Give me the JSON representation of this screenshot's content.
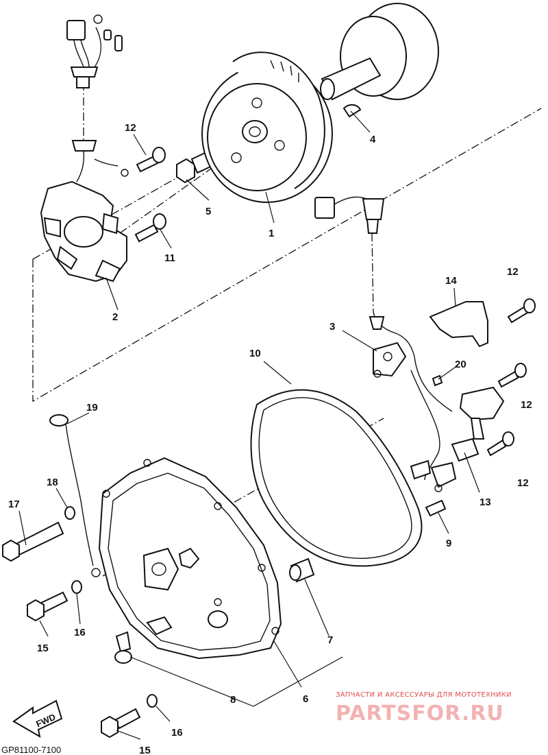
{
  "callouts": [
    {
      "id": "c1",
      "text": "1"
    },
    {
      "id": "c2",
      "text": "2"
    },
    {
      "id": "c3",
      "text": "3"
    },
    {
      "id": "c4",
      "text": "4"
    },
    {
      "id": "c5",
      "text": "5"
    },
    {
      "id": "c6",
      "text": "6"
    },
    {
      "id": "c7",
      "text": "7"
    },
    {
      "id": "c8",
      "text": "8"
    },
    {
      "id": "c9",
      "text": "9"
    },
    {
      "id": "c10",
      "text": "10"
    },
    {
      "id": "c11",
      "text": "11"
    },
    {
      "id": "c12a",
      "text": "12"
    },
    {
      "id": "c12b",
      "text": "12"
    },
    {
      "id": "c12c",
      "text": "12"
    },
    {
      "id": "c12d",
      "text": "12"
    },
    {
      "id": "c13",
      "text": "13"
    },
    {
      "id": "c14",
      "text": "14"
    },
    {
      "id": "c15a",
      "text": "15"
    },
    {
      "id": "c15b",
      "text": "15"
    },
    {
      "id": "c16a",
      "text": "16"
    },
    {
      "id": "c16b",
      "text": "16"
    },
    {
      "id": "c17",
      "text": "17"
    },
    {
      "id": "c18",
      "text": "18"
    },
    {
      "id": "c19",
      "text": "19"
    },
    {
      "id": "c20",
      "text": "20"
    }
  ],
  "direction_arrow": {
    "label": "FWD"
  },
  "diagram_code": "GP81100-7100",
  "watermark": {
    "tagline": "ЗАПЧАСТИ И АКСЕССУАРЫ ДЛЯ МОТОТЕХНИКИ",
    "brand": "PARTSFOR.RU",
    "color": "#e24b4b"
  }
}
